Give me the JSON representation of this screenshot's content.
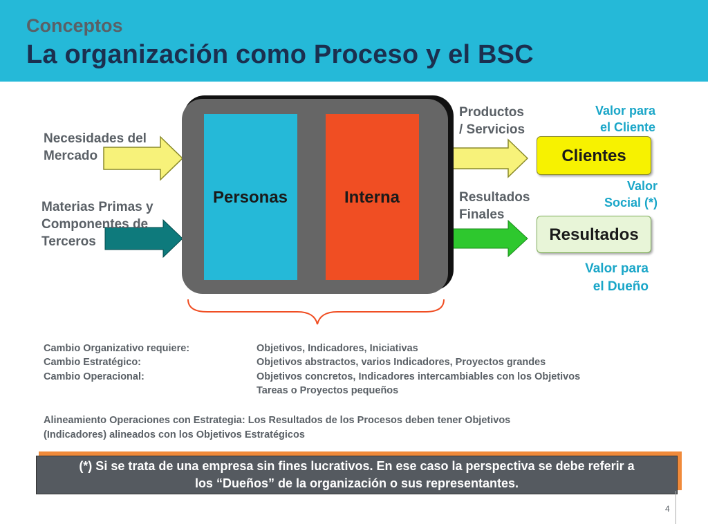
{
  "header": {
    "subtitle": "Conceptos",
    "title": "La organización como Proceso y el BSC",
    "bg_color": "#25b9d8"
  },
  "diagram": {
    "process_columns": [
      {
        "label": "Personas",
        "color": "#25b9d8"
      },
      {
        "label": "Interna",
        "color": "#f04e23"
      }
    ],
    "inputs": [
      {
        "label_line1": "Necesidades del",
        "label_line2": "Mercado",
        "arrow_color": "#f7f27a"
      },
      {
        "label_line1": "Materias Primas y",
        "label_line2": "Componentes de",
        "label_line3": "Terceros",
        "arrow_color": "#0e7a7c"
      }
    ],
    "outputs": [
      {
        "label_line1": "Productos",
        "label_line2": "/ Servicios",
        "arrow_color": "#f7f27a",
        "box": "Clientes",
        "box_color": "#f7f200"
      },
      {
        "label_line1": "Resultados",
        "label_line2": "Finales",
        "arrow_color": "#2ec82e",
        "box": "Resultados",
        "box_color": "#e8f5d8"
      }
    ],
    "value_labels": {
      "cliente_line1": "Valor para",
      "cliente_line2": "el Cliente",
      "social_line1": "Valor",
      "social_line2": "Social (*)",
      "dueno_line1": "Valor para",
      "dueno_line2": "el Dueño"
    },
    "brace_color": "#f04e23"
  },
  "table": {
    "rows": [
      {
        "left": "Cambio Organizativo requiere:",
        "right": "Objetivos, Indicadores, Iniciativas"
      },
      {
        "left": "Cambio Estratégico:",
        "right": "Objetivos abstractos, varios Indicadores, Proyectos grandes"
      },
      {
        "left": "Cambio Operacional:",
        "right": "Objetivos concretos, Indicadores intercambiables con los Objetivos"
      },
      {
        "left": "",
        "right": "Tareas o Proyectos pequeños"
      }
    ]
  },
  "alignment": {
    "line1": "Alineamiento Operaciones con Estrategia: Los Resultados de los Procesos deben  tener Objetivos",
    "line2": "(Indicadores) alineados con los Objetivos Estratégicos"
  },
  "note": {
    "line1": "(*) Si se trata de una empresa sin fines lucrativos. En ese caso la perspectiva se debe referir a",
    "line2": "los “Dueños” de la organización o sus representantes."
  },
  "page_number": "4"
}
